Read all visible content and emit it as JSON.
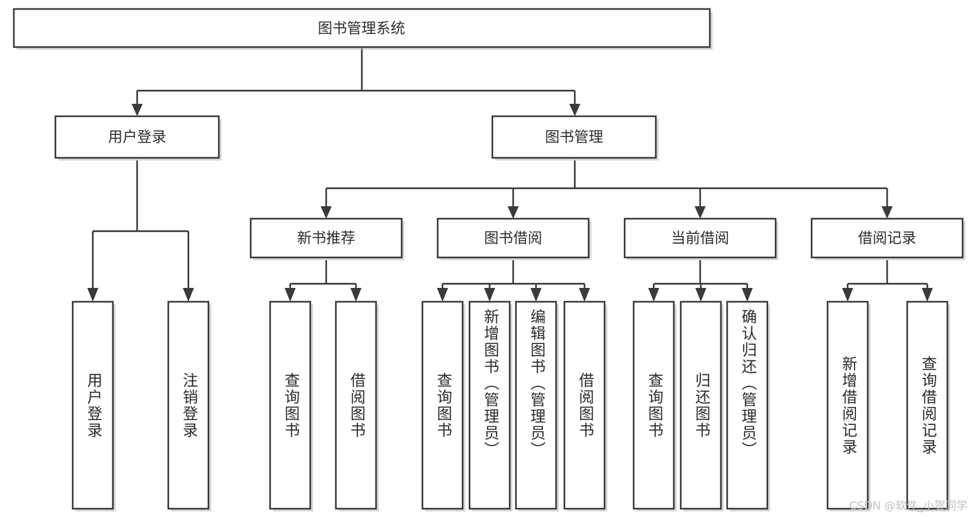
{
  "diagram": {
    "type": "tree-hierarchy",
    "title": "图书管理系统",
    "watermark": "CSDN @软件_小贺同学",
    "colors": {
      "stroke": "#3a3a3a",
      "fill": "#ffffff",
      "text": "#2b2b2b",
      "shadow": "#b8b8b8",
      "watermark": "#c2c2c2"
    },
    "root": {
      "label": "图书管理系统",
      "id": "root-library-management-system"
    },
    "level2": [
      {
        "id": "node-user-login",
        "label": "用户登录"
      },
      {
        "id": "node-book-management",
        "label": "图书管理"
      }
    ],
    "level3": [
      {
        "id": "node-new-book-recommend",
        "label": "新书推荐",
        "parent": "node-book-management"
      },
      {
        "id": "node-book-borrow",
        "label": "图书借阅",
        "parent": "node-book-management"
      },
      {
        "id": "node-current-borrow",
        "label": "当前借阅",
        "parent": "node-book-management"
      },
      {
        "id": "node-borrow-record",
        "label": "借阅记录",
        "parent": "node-book-management"
      }
    ],
    "leaves": {
      "node-user-login": [
        {
          "id": "leaf-user-login",
          "label": "用户登录"
        },
        {
          "id": "leaf-logout-login",
          "label": "注销登录"
        }
      ],
      "node-new-book-recommend": [
        {
          "id": "leaf-query-book-1",
          "label": "查询图书"
        },
        {
          "id": "leaf-borrow-book-1",
          "label": "借阅图书"
        }
      ],
      "node-book-borrow": [
        {
          "id": "leaf-query-book-2",
          "label": "查询图书"
        },
        {
          "id": "leaf-add-book-admin",
          "label": "新增图书（管理员）"
        },
        {
          "id": "leaf-edit-book-admin",
          "label": "编辑图书（管理员）"
        },
        {
          "id": "leaf-borrow-book-2",
          "label": "借阅图书"
        }
      ],
      "node-current-borrow": [
        {
          "id": "leaf-query-book-3",
          "label": "查询图书"
        },
        {
          "id": "leaf-return-book",
          "label": "归还图书"
        },
        {
          "id": "leaf-confirm-return-admin",
          "label": "确认归还（管理员）"
        }
      ],
      "node-borrow-record": [
        {
          "id": "leaf-add-borrow-record",
          "label": "新增借阅记录"
        },
        {
          "id": "leaf-query-borrow-record",
          "label": "查询借阅记录"
        }
      ]
    }
  }
}
